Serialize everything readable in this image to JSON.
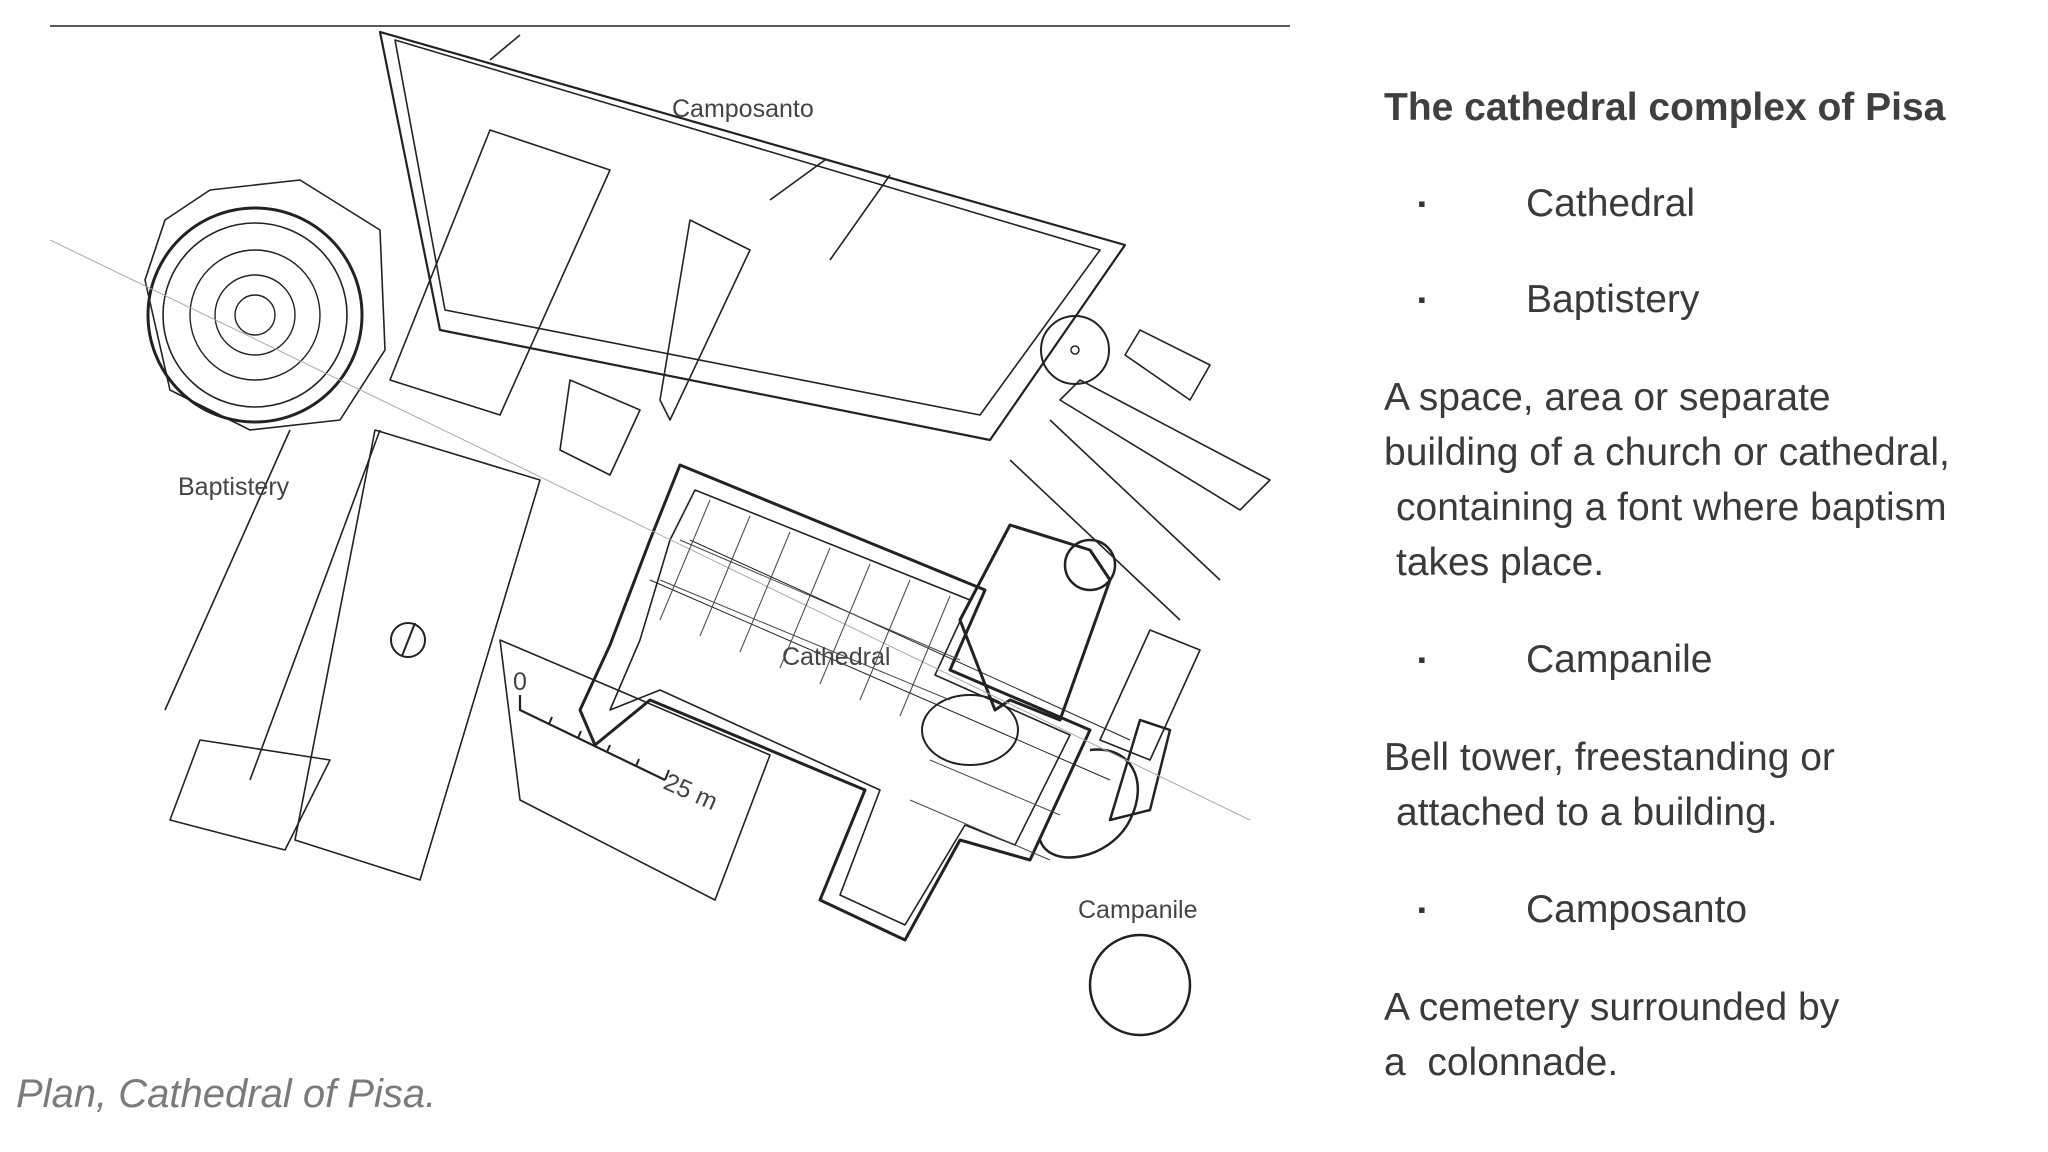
{
  "plan_labels": {
    "camposanto": "Camposanto",
    "baptistery": "Baptistery",
    "cathedral": "Cathedral",
    "campanile": "Campanile",
    "scale_zero": "0",
    "scale_length": "25 m"
  },
  "caption": "Plan, Cathedral of Pisa.",
  "notes": {
    "title": "The cathedral complex of  Pisa",
    "bullet_cathedral": "Cathedral",
    "bullet_baptistery": "Baptistery",
    "baptistery_desc": [
      "A space, area or separate",
      "building of a church or cathedral,",
      "containing a font where baptism",
      "takes place."
    ],
    "bullet_campanile": "Campanile",
    "campanile_desc": [
      "Bell tower, freestanding or",
      "attached to a building."
    ],
    "bullet_camposanto": "Camposanto",
    "camposanto_desc": [
      "A cemetery surrounded by",
      "a  colonnade."
    ],
    "bullet_mark": "▪"
  }
}
